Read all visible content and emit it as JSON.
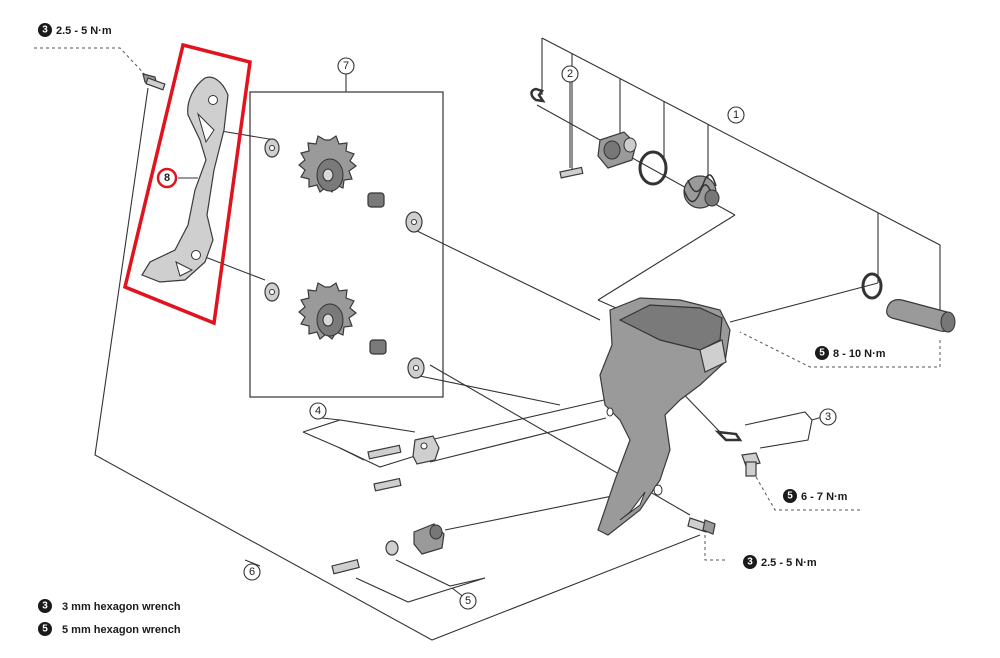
{
  "callouts": [
    "1",
    "2",
    "3",
    "4",
    "5",
    "6",
    "7",
    "8"
  ],
  "torques": {
    "t_top_left": {
      "tool": "3",
      "value": "2.5 - 5 N·m"
    },
    "t_right": {
      "tool": "5",
      "value": "8 - 10 N·m"
    },
    "t_mid_right": {
      "tool": "5",
      "value": "6 - 7 N·m"
    },
    "t_bottom": {
      "tool": "3",
      "value": "2.5 - 5 N·m"
    }
  },
  "legend": [
    {
      "tool": "3",
      "label": "3 mm hexagon wrench"
    },
    {
      "tool": "5",
      "label": "5 mm hexagon wrench"
    }
  ],
  "highlight_color": "#e0141e",
  "part_color": "#9a9a9a"
}
